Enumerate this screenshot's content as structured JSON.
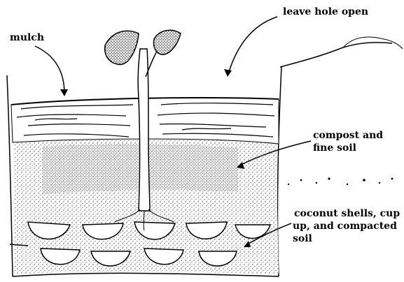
{
  "labels": {
    "mulch": "mulch",
    "leave_hole_open": "leave hole open",
    "compost_line1": "compost and",
    "compost_line2": "fine soil",
    "coconut_line1": "coconut shells, cup",
    "coconut_line2": "up, and compacted",
    "coconut_line3": "soil"
  }
}
